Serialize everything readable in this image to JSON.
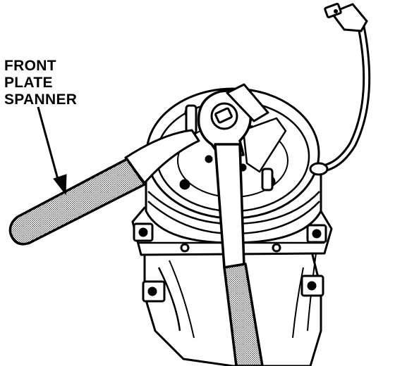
{
  "callout": {
    "lines": [
      "FRONT",
      "PLATE",
      "SPANNER"
    ]
  },
  "components": {
    "front_plate_spanner": "front-plate-spanner",
    "socket_wrench": "socket-wrench",
    "compressor": "ac-compressor",
    "wire_lead": "clutch-wire-lead",
    "connector": "wire-connector"
  },
  "colors": {
    "ink": "#000000",
    "paper": "#ffffff",
    "stipple": "#9a9a9a"
  }
}
